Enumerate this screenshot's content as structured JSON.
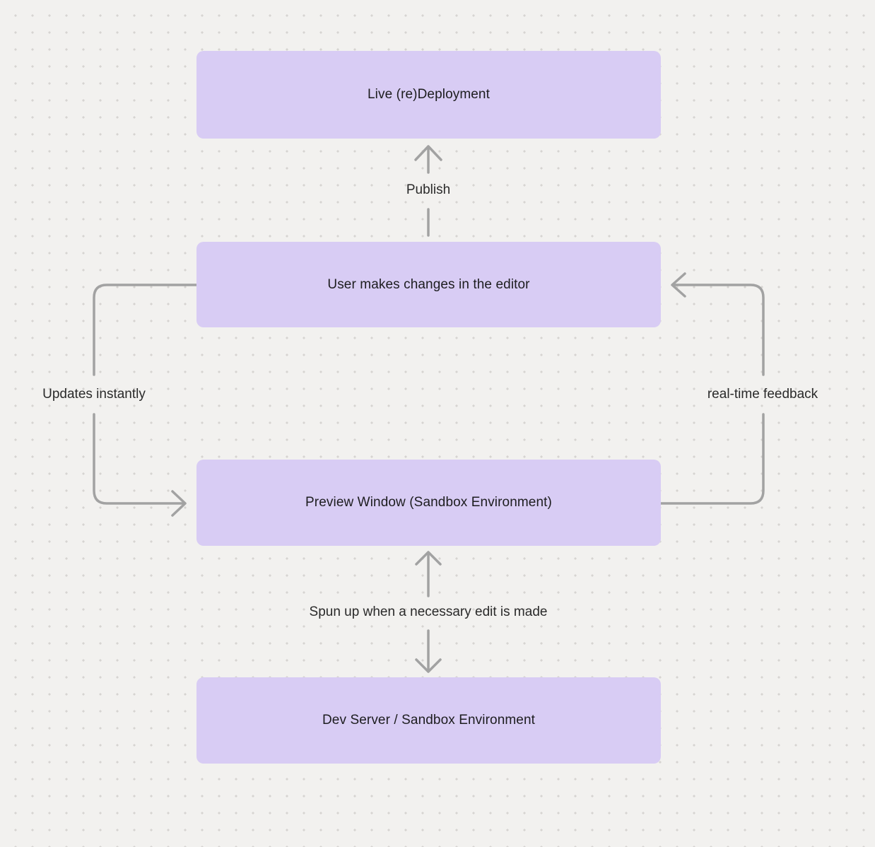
{
  "theme": {
    "background": "#f2f1ef",
    "dot_color": "#d6d4d1",
    "node_fill": "#d8ccf4",
    "node_text": "#1d1d1f",
    "label_text": "#2a2a2a",
    "connector_color": "#a2a2a2"
  },
  "diagram": {
    "nodes": [
      {
        "id": "live-redeployment",
        "label": "Live (re)Deployment"
      },
      {
        "id": "editor-changes",
        "label": "User makes changes in the editor"
      },
      {
        "id": "preview-window",
        "label": "Preview Window (Sandbox Environment)"
      },
      {
        "id": "dev-server",
        "label": "Dev Server / Sandbox Environment"
      }
    ],
    "edges": [
      {
        "id": "publish",
        "label": "Publish"
      },
      {
        "id": "updates-instantly",
        "label": "Updates instantly"
      },
      {
        "id": "real-time-feedback",
        "label": "real-time feedback"
      },
      {
        "id": "spun-up",
        "label": "Spun up when a necessary edit is made"
      }
    ]
  }
}
